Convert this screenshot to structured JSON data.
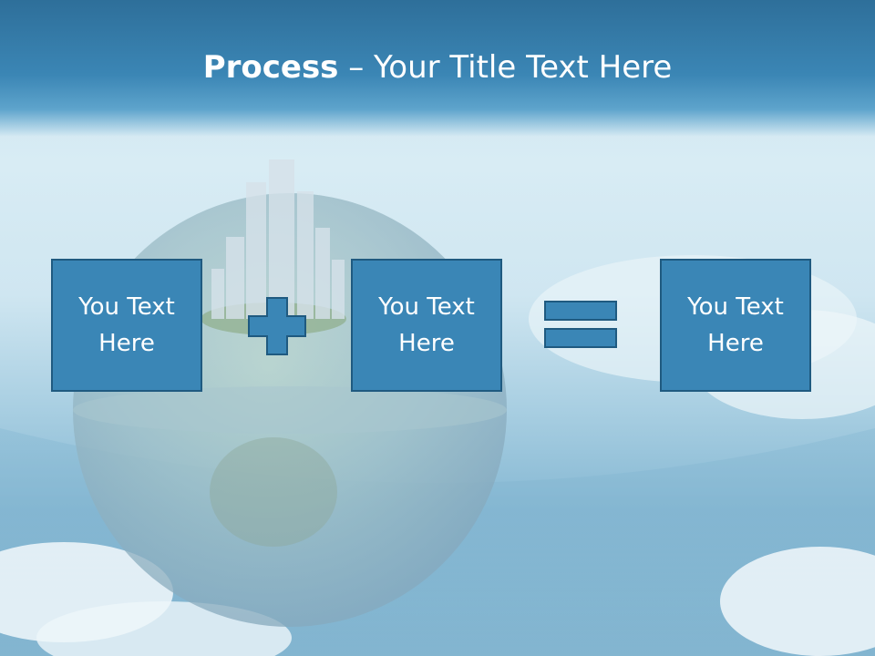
{
  "slide": {
    "title_bold": "Process",
    "title_rest": " – Your Title Text Here",
    "boxes": [
      {
        "text": "You Text Here"
      },
      {
        "text": "You Text Here"
      },
      {
        "text": "You Text Here"
      }
    ],
    "operators": {
      "first": "plus-icon",
      "second": "equals-icon"
    }
  },
  "colors": {
    "title_band": "#3b86b5",
    "box_fill": "#3a86b6",
    "box_border": "#1f5a80",
    "text": "#ffffff"
  }
}
